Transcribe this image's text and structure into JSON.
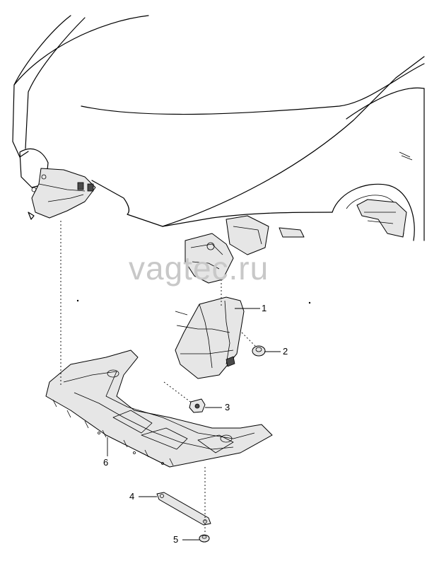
{
  "watermark": "vagtec.ru",
  "callouts": [
    {
      "id": "1",
      "label": "1"
    },
    {
      "id": "2",
      "label": "2"
    },
    {
      "id": "3",
      "label": "3"
    },
    {
      "id": "4",
      "label": "4"
    },
    {
      "id": "5",
      "label": "5"
    },
    {
      "id": "6",
      "label": "6"
    }
  ]
}
